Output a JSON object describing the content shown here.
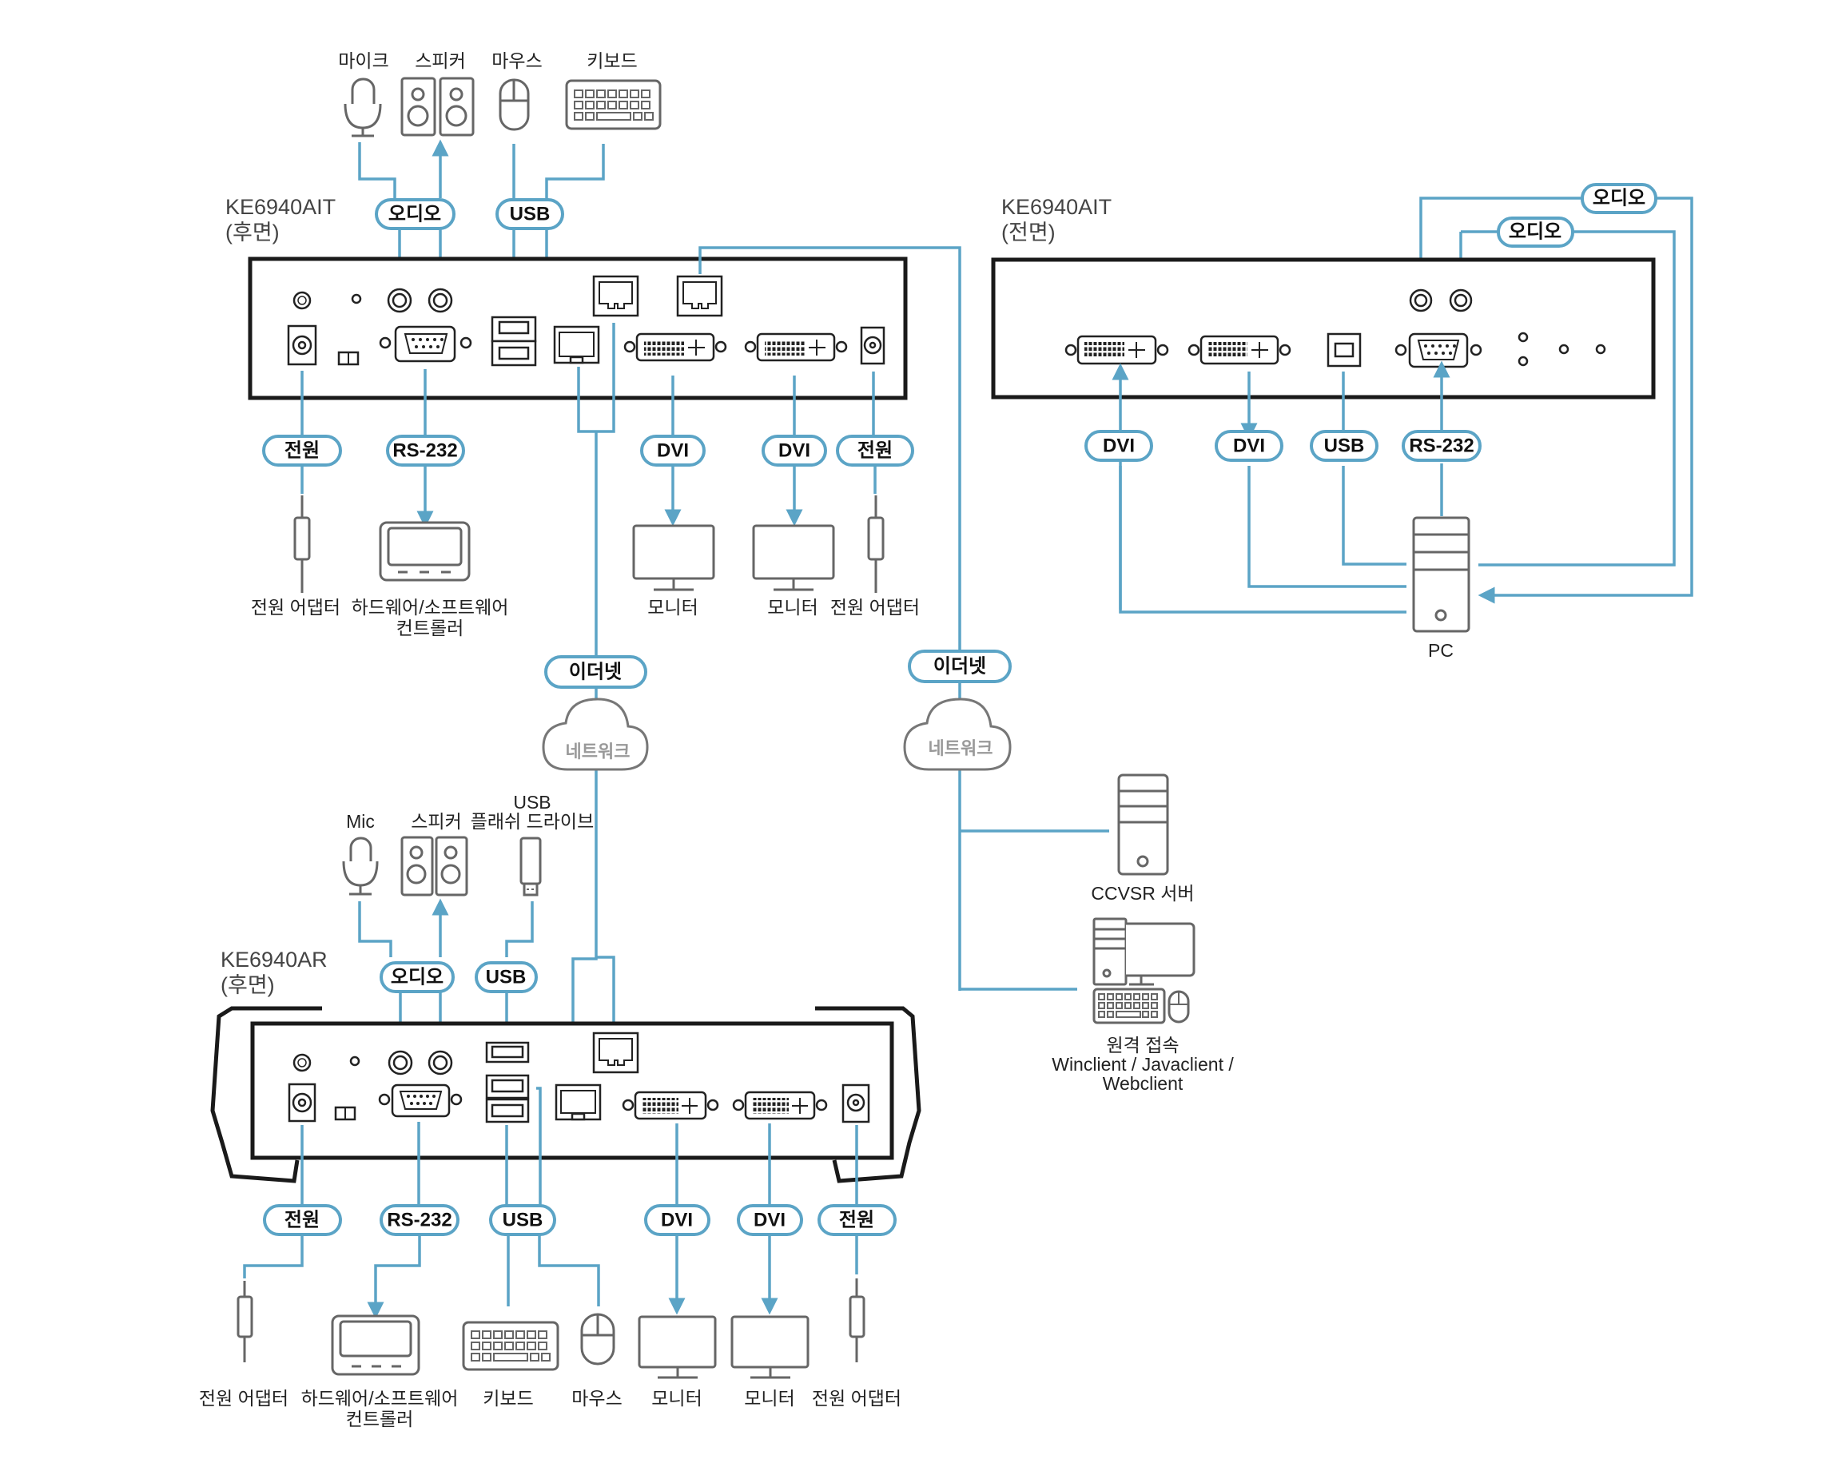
{
  "colors": {
    "line": "#5ba4c6",
    "device_border": "#1a1a1a",
    "icon": "#666666",
    "network_text": "#999999"
  },
  "transmitter_rear": {
    "title": "KE6940AIT",
    "subtitle": "(후면)",
    "top_devices": [
      {
        "icon": "microphone-icon",
        "label": "마이크"
      },
      {
        "icon": "speaker-icon",
        "label": "스피커"
      },
      {
        "icon": "mouse-icon",
        "label": "마우스"
      },
      {
        "icon": "keyboard-icon",
        "label": "키보드"
      }
    ],
    "top_pills": [
      "오디오",
      "USB"
    ],
    "bottom_pills": [
      "전원",
      "RS-232",
      "DVI",
      "DVI",
      "전원"
    ],
    "bottom_devices": [
      {
        "icon": "power-adapter-icon",
        "label": "전원 어댑터"
      },
      {
        "icon": "controller-icon",
        "label": "하드웨어/소프트웨어",
        "label2": "컨트롤러"
      },
      {
        "icon": "monitor-icon",
        "label": "모니터"
      },
      {
        "icon": "monitor-icon",
        "label": "모니터"
      },
      {
        "icon": "power-adapter-icon",
        "label": "전원 어댑터"
      }
    ]
  },
  "transmitter_front": {
    "title": "KE6940AIT",
    "subtitle": "(전면)",
    "top_pills": [
      "오디오",
      "오디오"
    ],
    "bottom_pills": [
      "DVI",
      "DVI",
      "USB",
      "RS-232"
    ],
    "pc": {
      "icon": "pc-tower-icon",
      "label": "PC"
    }
  },
  "network": {
    "left": {
      "pill": "이더넷",
      "cloud": "네트워크"
    },
    "right": {
      "pill": "이더넷",
      "cloud": "네트워크"
    },
    "server": {
      "icon": "server-icon",
      "label": "CCVSR 서버"
    },
    "remote": {
      "icon": "workstation-icon",
      "label": "원격 접속",
      "label2": "Winclient / Javaclient /",
      "label3": "Webclient"
    }
  },
  "receiver_rear": {
    "title": "KE6940AR",
    "subtitle": "(후면)",
    "top_devices": [
      {
        "icon": "microphone-icon",
        "label": "Mic"
      },
      {
        "icon": "speaker-icon",
        "label": "스피커"
      },
      {
        "icon": "usb-flash-drive-icon",
        "label": "USB",
        "label2": "플래쉬 드라이브"
      }
    ],
    "top_pills": [
      "오디오",
      "USB"
    ],
    "bottom_pills": [
      "전원",
      "RS-232",
      "USB",
      "DVI",
      "DVI",
      "전원"
    ],
    "bottom_devices": [
      {
        "icon": "power-adapter-icon",
        "label": "전원 어댑터"
      },
      {
        "icon": "controller-icon",
        "label": "하드웨어/소프트웨어",
        "label2": "컨트롤러"
      },
      {
        "icon": "keyboard-icon",
        "label": "키보드"
      },
      {
        "icon": "mouse-icon",
        "label": "마우스"
      },
      {
        "icon": "monitor-icon",
        "label": "모니터"
      },
      {
        "icon": "monitor-icon",
        "label": "모니터"
      },
      {
        "icon": "power-adapter-icon",
        "label": "전원 어댑터"
      }
    ]
  }
}
